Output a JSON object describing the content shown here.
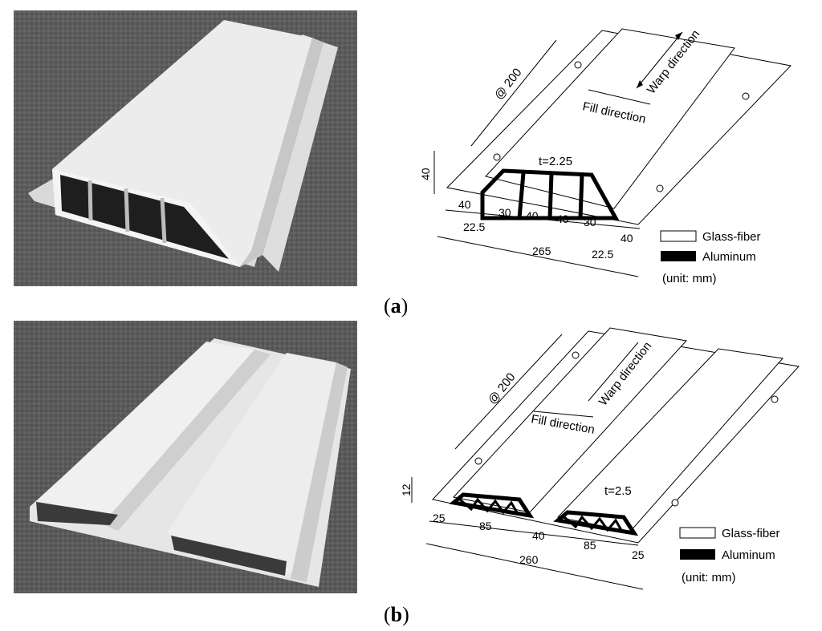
{
  "figure_a": {
    "caption_open": "(",
    "caption_letter": "a",
    "caption_close": ")",
    "spacing_label": "@ 200",
    "warp_label": "Warp direction",
    "fill_label": "Fill direction",
    "thickness_label": "t=2.25",
    "height_dim": "40",
    "top_dims": [
      "40",
      "30",
      "40",
      "40",
      "30"
    ],
    "bottom_dims": [
      "22.5",
      "22.5",
      "40"
    ],
    "total_dim": "265",
    "legend": {
      "glass": "Glass-fiber",
      "aluminum": "Aluminum",
      "unit": "(unit: mm)"
    }
  },
  "figure_b": {
    "caption_open": "(",
    "caption_letter": "b",
    "caption_close": ")",
    "spacing_label": "@ 200",
    "warp_label": "Warp direction",
    "fill_label": "Fill direction",
    "thickness_label": "t=2.5",
    "height_dim": "12",
    "dims": [
      "25",
      "85",
      "40",
      "85",
      "25"
    ],
    "total_dim": "260",
    "legend": {
      "glass": "Glass-fiber",
      "aluminum": "Aluminum",
      "unit": "(unit: mm)"
    }
  },
  "colors": {
    "photo_floor": "#5f5f5f",
    "panel_white": "#eeeeee",
    "panel_shadow": "#c9c9c9",
    "aluminum": "#000000"
  }
}
